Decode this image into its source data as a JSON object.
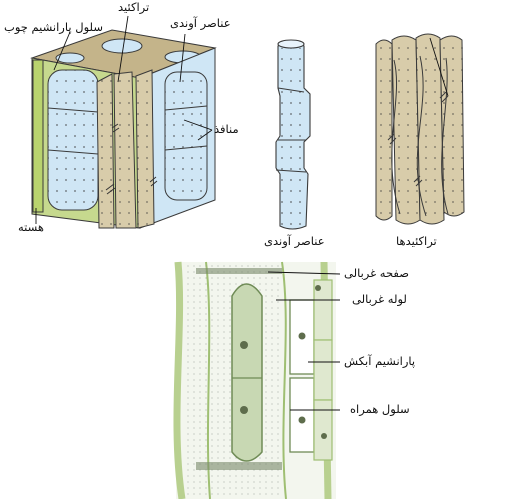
{
  "labels": {
    "tracheid_top": "تراکئید",
    "xylem_parenchyma": "سلول پارانشیم چوب",
    "vessel_elements_top": "عناصر آوندی",
    "pits": "منافذ",
    "nucleus": "هسته",
    "vessel_elements_caption": "عناصر آوندی",
    "tracheids_caption": "تراکئیدها",
    "sieve_plate": "صفحه غربالی",
    "sieve_tube": "لوله غربالی",
    "phloem_parenchyma": "پارانشیم آبکش",
    "companion_cell": "سلول همراه"
  },
  "colors": {
    "vessel_blue": "#cfe6f5",
    "tracheid_tan": "#d8ccaa",
    "parenchyma_green": "#c6d98e",
    "phloem_green": "#dfe8cf",
    "outline": "#3a3a3a"
  }
}
